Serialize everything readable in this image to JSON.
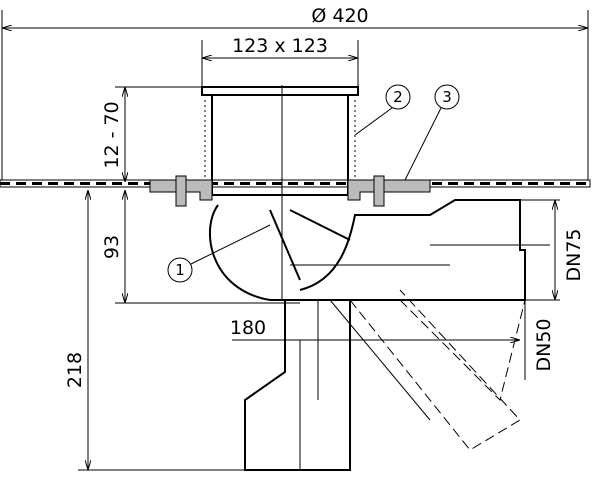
{
  "drawing": {
    "dimensions": {
      "diameter": "Ø 420",
      "grate_size": "123 x 123",
      "height_range": "12 - 70",
      "height_93": "93",
      "height_218": "218",
      "offset_180": "180",
      "outlet_dn75": "DN75",
      "outlet_dn50": "DN50"
    },
    "callouts": [
      "1",
      "2",
      "3"
    ]
  }
}
